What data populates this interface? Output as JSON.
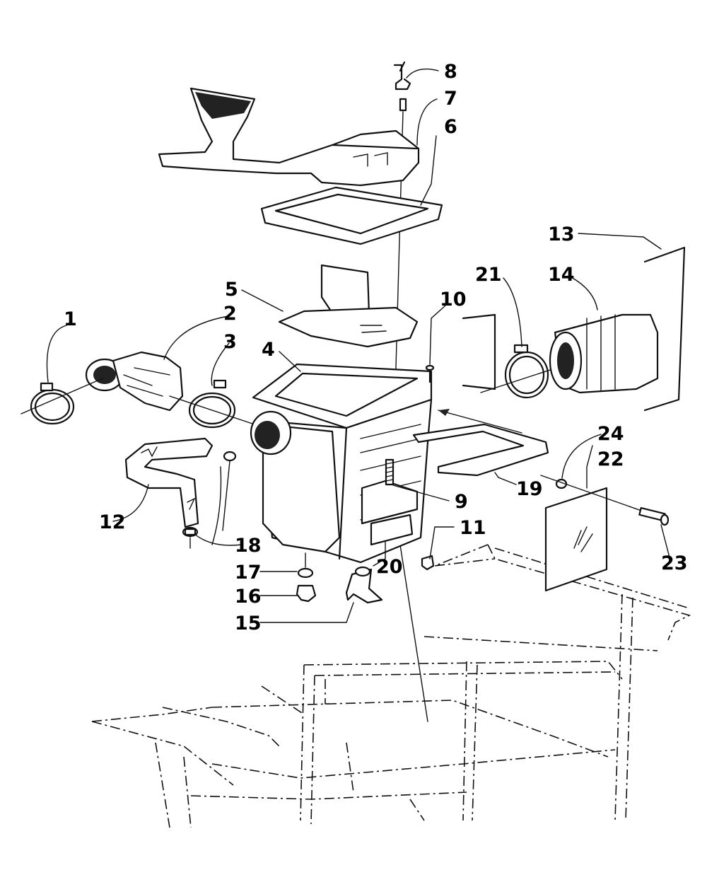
{
  "callouts": [
    "1",
    "2",
    "3",
    "4",
    "5",
    "6",
    "7",
    "8",
    "9",
    "10",
    "11",
    "12",
    "13",
    "14",
    "15",
    "16",
    "17",
    "18",
    "19",
    "20",
    "21",
    "22",
    "23",
    "24"
  ],
  "colors": {
    "ink": "#111111",
    "paper": "#ffffff"
  }
}
